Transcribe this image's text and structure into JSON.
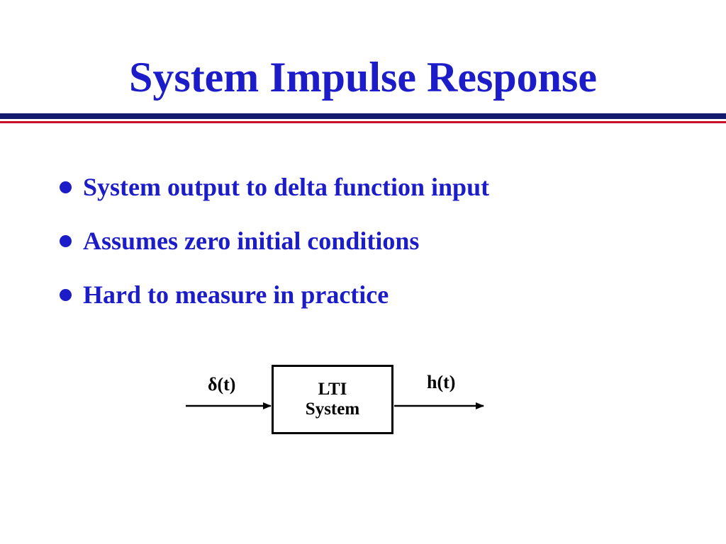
{
  "title": "System Impulse Response",
  "bullets": [
    {
      "text": "System output to delta function input"
    },
    {
      "text": "Assumes zero initial conditions"
    },
    {
      "text": "Hard to measure in practice"
    }
  ],
  "diagram": {
    "input_label": "δ(t)",
    "block_line1": "LTI",
    "block_line2": "System",
    "output_label": "h(t)"
  },
  "colors": {
    "title": "#1c1cc8",
    "rule_primary": "#141a6e",
    "rule_secondary": "#c8102e"
  }
}
